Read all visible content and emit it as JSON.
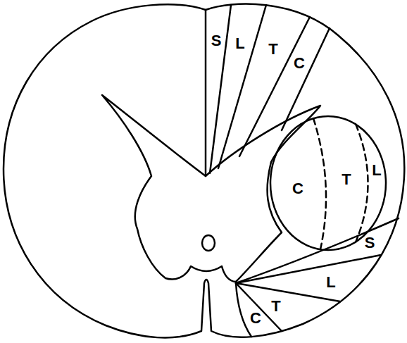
{
  "diagram": {
    "labels": [
      "S",
      "L",
      "T",
      "C",
      "C",
      "T",
      "L",
      "C",
      "T",
      "L",
      "S"
    ]
  }
}
